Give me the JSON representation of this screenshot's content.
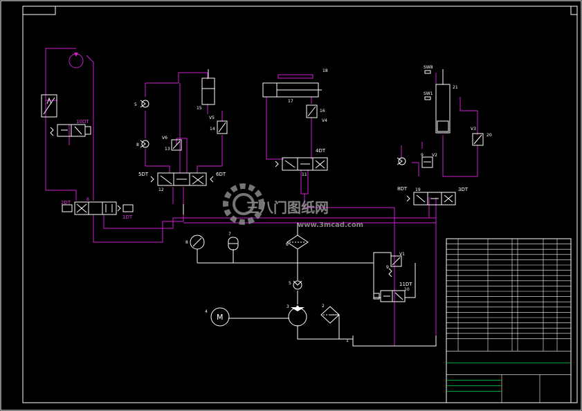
{
  "valve_labels": {
    "v10dt": "10DT",
    "v2dt": "2DT",
    "v1dt": "1DT",
    "v5dt": "5DT",
    "v6dt": "6DT",
    "v4dt": "4DT",
    "v8dt": "8DT",
    "v3dt": "3DT",
    "v11dt": "11DT"
  },
  "component_numbers": {
    "n1": "1",
    "n2": "2",
    "n3": "3",
    "n4": "4",
    "n5a": "5",
    "n5b": "5",
    "n6": "6",
    "n7": "7",
    "n8a": "8",
    "n8b": "8",
    "n8c": "8",
    "n9a": "9",
    "n9b": "9",
    "n10": "10",
    "n11": "11",
    "n12": "12",
    "n13": "13",
    "n14": "14",
    "n15": "15",
    "n16": "16",
    "n17": "17",
    "n18": "18",
    "n19": "19",
    "n20": "20",
    "n21": "21",
    "nV1": "V1",
    "nV2": "V2",
    "nV3": "V3",
    "nV4": "V4",
    "nV5": "V5",
    "nV6": "V6",
    "nM": "M",
    "nSW8": "SW8",
    "nSW1": "SW1"
  },
  "watermark": {
    "brand": "三八门图纸网",
    "url": "www.3mcad.com"
  }
}
